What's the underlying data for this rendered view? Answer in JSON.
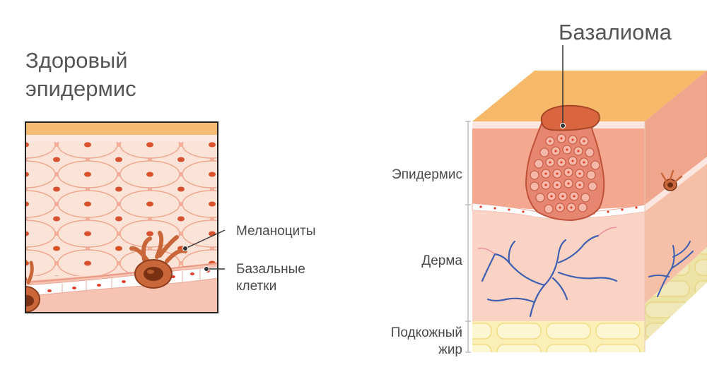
{
  "left_panel": {
    "title_line1": "Здоровый",
    "title_line2": "эпидермис",
    "labels": {
      "melanocytes": "Меланоциты",
      "basal_line1": "Базальные",
      "basal_line2": "клетки"
    }
  },
  "right_panel": {
    "title": "Базалиома",
    "layers": {
      "epidermis": "Эпидермис",
      "dermis": "Дерма",
      "fat_line1": "Подкожный",
      "fat_line2": "жир"
    }
  },
  "colors": {
    "epidermis": "#f4a890",
    "dermis": "#fbd3c4",
    "top_surface": "#f6b96a",
    "fat": "#faf0b8",
    "vessel": "#3f5fb0",
    "tumor": "#e07a5f",
    "melanocyte": "#c9673a"
  }
}
